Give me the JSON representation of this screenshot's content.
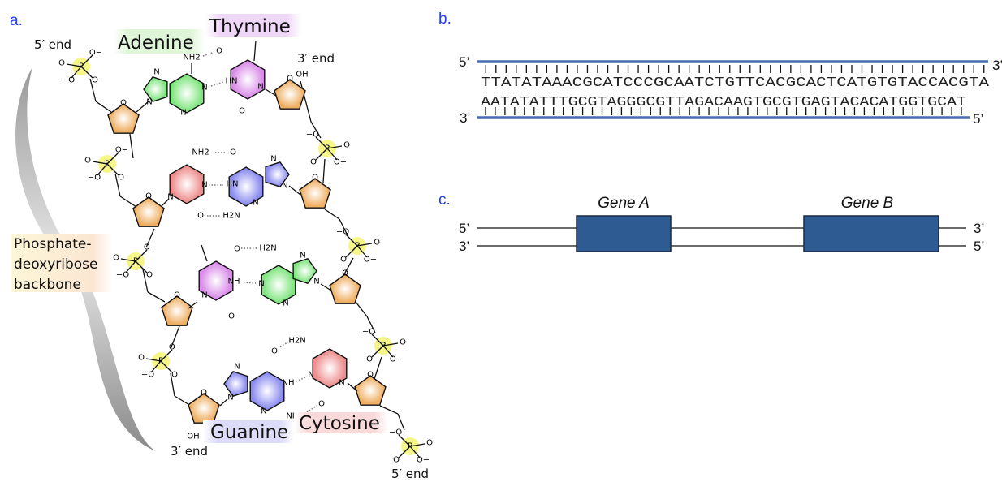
{
  "panel_a": {
    "letter": "a.",
    "end_5_top": "5′ end",
    "end_3_top": "3′ end",
    "end_3_bottom": "3′ end",
    "end_5_bottom": "5′ end",
    "bases": {
      "adenine": "Adenine",
      "thymine": "Thymine",
      "guanine": "Guanine",
      "cytosine": "Cytosine"
    },
    "backbone_label": [
      "Phosphate-",
      "deoxyribose",
      "backbone"
    ],
    "atoms": {
      "N": "N",
      "O": "O",
      "P": "P",
      "NH2": "NH2",
      "H2N": "H2N",
      "HN": "HN",
      "NH": "NH",
      "OH": "OH",
      "Ominus": "O−",
      "minusO": "−O"
    },
    "colors": {
      "adenine": "#7fe57f",
      "thymine": "#d98ce8",
      "guanine": "#8c8cf0",
      "cytosine": "#ee8e8e",
      "sugar": "#efaf62",
      "phosphate": "#f4f46a",
      "letter": "#1f3cff"
    }
  },
  "panel_b": {
    "letter": "b.",
    "top_strand": {
      "left": "5’",
      "right": "3’",
      "sequence": "TTATATAAACGCATCCCGCAATCTGTTCACGCACTCATGTGTACCACGTA"
    },
    "bottom_strand": {
      "left": "3’",
      "right": "5’",
      "sequence": "AATATATTTGCGTAGGGCGTTAGACAAGTGCGTGAGTACACATGGTGCAT"
    },
    "strand_color": "#4a6cb3"
  },
  "panel_c": {
    "letter": "c.",
    "top_strand": {
      "left": "5’",
      "right": "3’"
    },
    "bottom_strand": {
      "left": "3’",
      "right": "5’"
    },
    "genes": [
      {
        "label": "Gene A"
      },
      {
        "label": "Gene B"
      }
    ],
    "gene_color": "#2f5b93"
  }
}
